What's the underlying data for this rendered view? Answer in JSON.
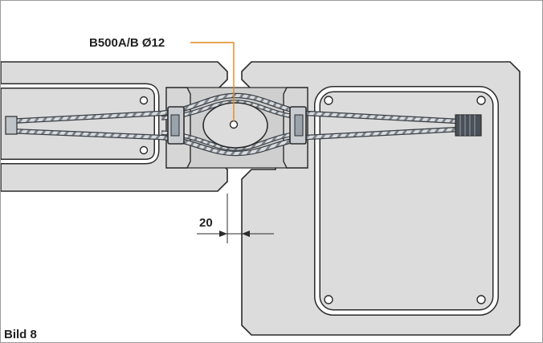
{
  "diagram": {
    "rebar_label": "B500A/B Ø12",
    "gap_dimension": "20",
    "figure_caption": "Bild 8"
  },
  "colors": {
    "concrete": "#dcdcdc",
    "leader_line": "#e08a1e",
    "outline": "#2b2b2b",
    "steel": "#c8ccd0"
  }
}
